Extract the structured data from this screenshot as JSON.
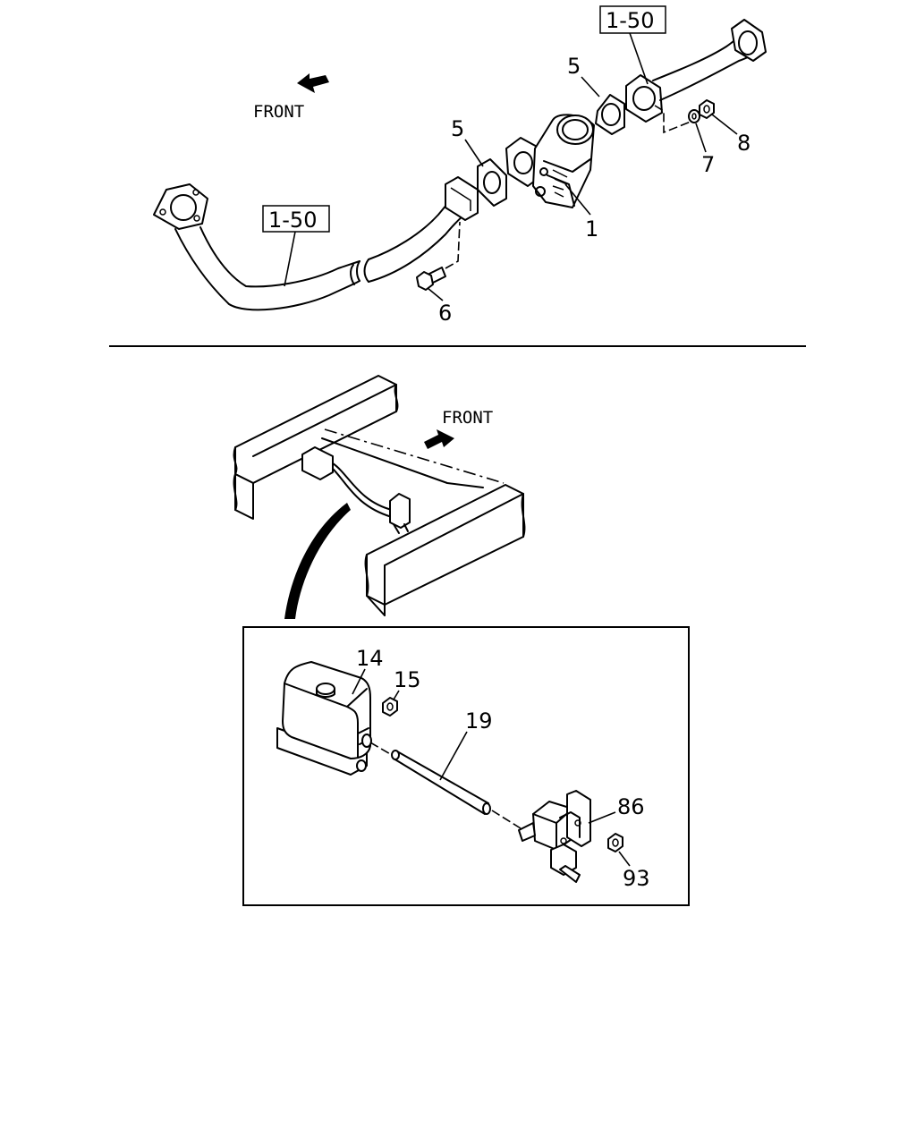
{
  "upper": {
    "front_label": "FRONT",
    "ref_label_top": "1-50",
    "ref_label_left": "1-50",
    "callouts": {
      "c5a": "5",
      "c5b": "5",
      "c1": "1",
      "c6": "6",
      "c7": "7",
      "c8": "8"
    }
  },
  "lower": {
    "front_label": "FRONT",
    "callouts": {
      "c14": "14",
      "c15": "15",
      "c19": "19",
      "c86": "86",
      "c93": "93"
    }
  }
}
